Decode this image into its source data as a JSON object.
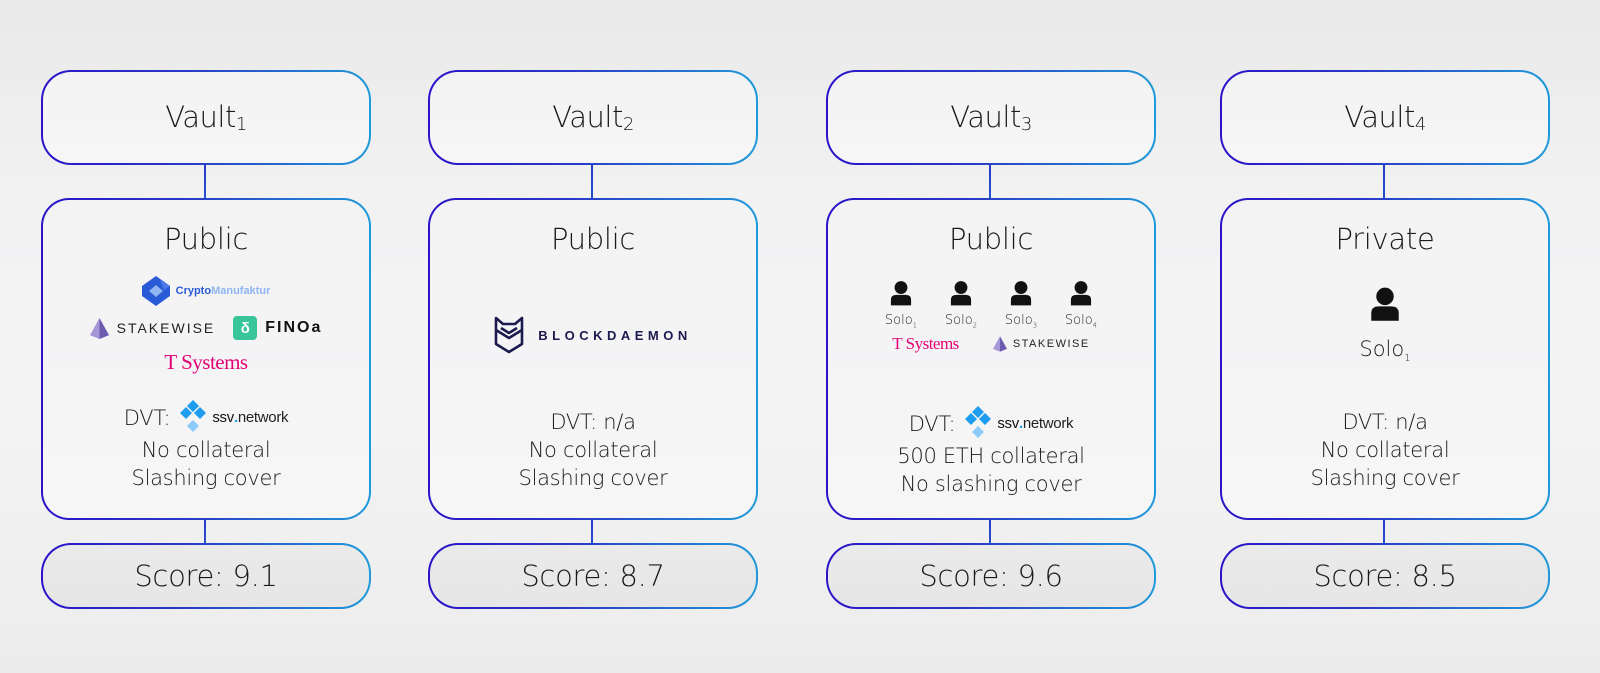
{
  "colors": {
    "border_start": "#2a13c8",
    "border_end": "#1f9ad9",
    "tsystems": "#e20074",
    "ssv": "#1e9cf0",
    "finoa": "#38c59a",
    "blockdaemon": "#1c1a4e",
    "cryptomanufaktur": "#2a5bd7",
    "stakewise": "#8a78c4"
  },
  "vaults": [
    {
      "name": "Vault",
      "index": "1",
      "type": "Public",
      "operators": {
        "cryptomanufaktur": {
          "part1": "Crypto",
          "part2": "Manufaktur"
        },
        "stakewise": "STAKEWISE",
        "finoa": "FINOa",
        "tsystems": "T Systems",
        "tsystems_mark": "·T·"
      },
      "dvt_label": "DVT:",
      "dvt": {
        "bold": "ssv",
        "dot": ".",
        "rest": "network"
      },
      "collateral": "No collateral",
      "slashing": "Slashing cover",
      "score_label": "Score:",
      "score": "9.1"
    },
    {
      "name": "Vault",
      "index": "2",
      "type": "Public",
      "operators": {
        "blockdaemon": "BLOCKDAEMON"
      },
      "dvt_text": "DVT: n/a",
      "collateral": "No collateral",
      "slashing": "Slashing cover",
      "score_label": "Score:",
      "score": "8.7"
    },
    {
      "name": "Vault",
      "index": "3",
      "type": "Public",
      "solos": [
        {
          "label": "Solo",
          "index": "1"
        },
        {
          "label": "Solo",
          "index": "2"
        },
        {
          "label": "Solo",
          "index": "3"
        },
        {
          "label": "Solo",
          "index": "4"
        }
      ],
      "operators": {
        "tsystems": "T Systems",
        "tsystems_mark": "·T·",
        "stakewise": "STAKEWISE"
      },
      "dvt_label": "DVT:",
      "dvt": {
        "bold": "ssv",
        "dot": ".",
        "rest": "network"
      },
      "collateral": "500 ETH collateral",
      "slashing": "No slashing cover",
      "score_label": "Score:",
      "score": "9.6"
    },
    {
      "name": "Vault",
      "index": "4",
      "type": "Private",
      "solo": {
        "label": "Solo",
        "index": "1"
      },
      "dvt_text": "DVT: n/a",
      "collateral": "No collateral",
      "slashing": "Slashing cover",
      "score_label": "Score:",
      "score": "8.5"
    }
  ]
}
